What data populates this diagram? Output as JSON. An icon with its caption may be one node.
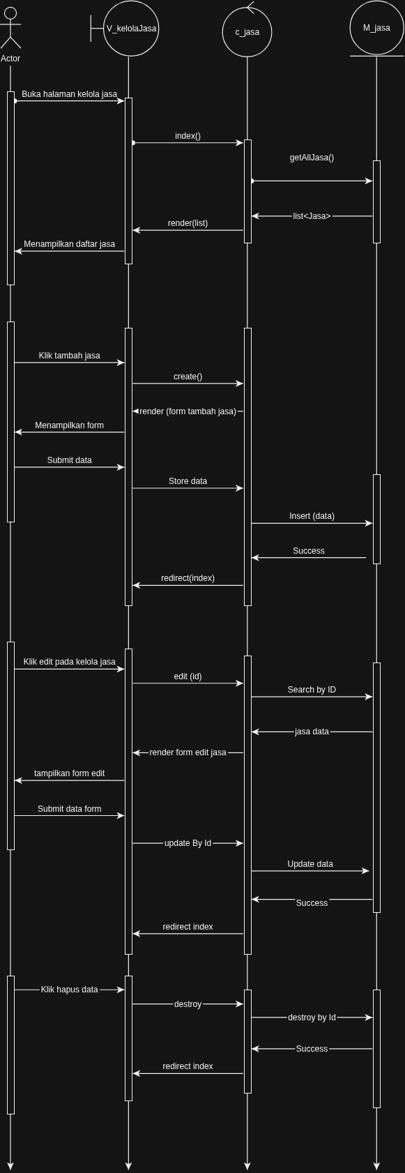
{
  "diagram": {
    "nodes": [
      {
        "text": [
          "Actor"
        ]
      },
      {
        "text": [
          "V_kelolaJasa"
        ]
      },
      {
        "text": [
          "c_jasa"
        ]
      },
      {
        "text": [
          "M_jasa"
        ]
      },
      {
        "text": [],
        "shape": "bar"
      },
      {
        "text": [],
        "shape": "bar"
      },
      {
        "text": [],
        "shape": "bar"
      },
      {
        "text": [],
        "shape": "bar"
      },
      {
        "text": [],
        "shape": "bar"
      },
      {
        "text": [],
        "shape": "bar"
      },
      {
        "text": [],
        "shape": "bar"
      },
      {
        "text": [],
        "shape": "bar"
      },
      {
        "text": [],
        "shape": "bar"
      },
      {
        "text": [],
        "shape": "bar"
      },
      {
        "text": [],
        "shape": "bar"
      },
      {
        "text": [],
        "shape": "bar"
      },
      {
        "text": [],
        "shape": "bar"
      },
      {
        "text": [],
        "shape": "bar"
      },
      {
        "text": [],
        "shape": "bar"
      },
      {
        "text": [],
        "shape": "bar"
      }
    ],
    "edges": [
      {
        "from": 4,
        "to": 5,
        "arrow": "to",
        "label": "Buka halaman kelola jasa"
      },
      {
        "from": 5,
        "to": 6,
        "arrow": "to",
        "label": "index()"
      },
      {
        "from": 6,
        "to": 7,
        "arrow": "to",
        "label": "getAllJasa()"
      },
      {
        "from": 7,
        "to": 6,
        "arrow": "to",
        "label": "list<Jasa>"
      },
      {
        "from": 6,
        "to": 5,
        "arrow": "to",
        "label": "render(list)"
      },
      {
        "from": 5,
        "to": 4,
        "arrow": "to",
        "label": "Menampilkan daftar jasa"
      },
      {
        "from": 8,
        "to": 9,
        "arrow": "to",
        "label": "Klik tambah jasa"
      },
      {
        "from": 9,
        "to": 10,
        "arrow": "to",
        "label": "create()"
      },
      {
        "from": 10,
        "to": 9,
        "arrow": "to",
        "label": "render (form tambah jasa)"
      },
      {
        "from": 9,
        "to": 8,
        "arrow": "to",
        "label": "Menampilkan form"
      },
      {
        "from": 8,
        "to": 9,
        "arrow": "to",
        "label": "Submit data"
      },
      {
        "from": 9,
        "to": 10,
        "arrow": "to",
        "label": "Store data"
      },
      {
        "from": 10,
        "to": 11,
        "arrow": "to",
        "label": "Insert (data)"
      },
      {
        "from": 11,
        "to": 10,
        "arrow": "to",
        "label": "Success"
      },
      {
        "from": 10,
        "to": 9,
        "arrow": "to",
        "label": "redirect(index)"
      },
      {
        "from": 12,
        "to": 13,
        "arrow": "to",
        "label": "Klik edit pada kelola jasa"
      },
      {
        "from": 13,
        "to": 14,
        "arrow": "to",
        "label": "edit (id)"
      },
      {
        "from": 14,
        "to": 15,
        "arrow": "to",
        "label": "Search by ID"
      },
      {
        "from": 15,
        "to": 14,
        "arrow": "to",
        "label": "jasa data"
      },
      {
        "from": 14,
        "to": 13,
        "arrow": "to",
        "label": "render form edit jasa"
      },
      {
        "from": 13,
        "to": 12,
        "arrow": "to",
        "label": "tampilkan form edit"
      },
      {
        "from": 12,
        "to": 13,
        "arrow": "to",
        "label": "Submit data form"
      },
      {
        "from": 13,
        "to": 14,
        "arrow": "to",
        "label": "update By Id"
      },
      {
        "from": 14,
        "to": 15,
        "arrow": "to",
        "label": "Update data"
      },
      {
        "from": 15,
        "to": 14,
        "arrow": "to",
        "label": "Success"
      },
      {
        "from": 14,
        "to": 13,
        "arrow": "to",
        "label": "redirect index"
      },
      {
        "from": 16,
        "to": 17,
        "arrow": "to",
        "label": "Klik hapus data"
      },
      {
        "from": 17,
        "to": 18,
        "arrow": "to",
        "label": "destroy"
      },
      {
        "from": 18,
        "to": 19,
        "arrow": "to",
        "label": "destroy by Id"
      },
      {
        "from": 19,
        "to": 18,
        "arrow": "to",
        "label": "Success"
      },
      {
        "from": 18,
        "to": 17,
        "arrow": "to",
        "label": "redirect index"
      },
      {
        "from": 0,
        "to": null,
        "arrow": "to"
      },
      {
        "from": 1,
        "to": null,
        "arrow": "to"
      },
      {
        "from": 2,
        "to": null,
        "arrow": "to"
      },
      {
        "from": 3,
        "to": null,
        "arrow": "to"
      }
    ]
  }
}
